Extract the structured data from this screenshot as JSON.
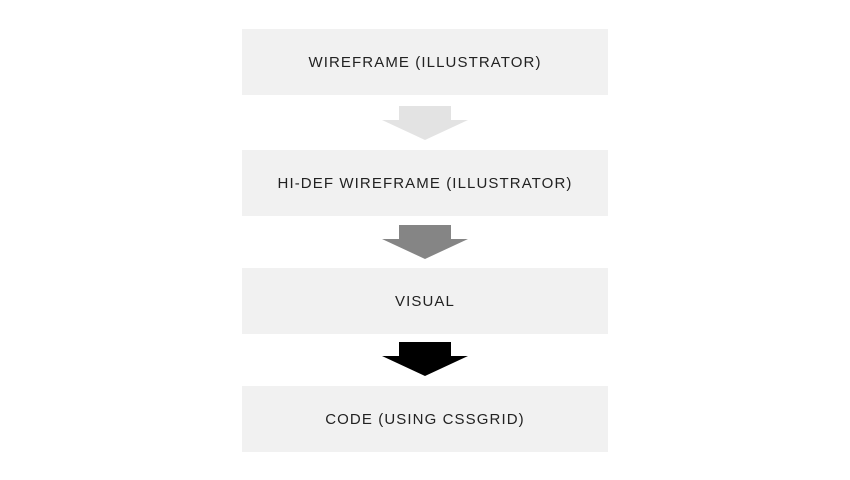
{
  "steps": [
    {
      "label": "WIREFRAME (ILLUSTRATOR)"
    },
    {
      "label": "HI-DEF WIREFRAME (ILLUSTRATOR)"
    },
    {
      "label": "VISUAL"
    },
    {
      "label": "CODE (USING CSSGRID)"
    }
  ],
  "arrows": [
    {
      "icon": "arrow-down-icon",
      "color": "#e3e3e3"
    },
    {
      "icon": "arrow-down-icon",
      "color": "#858585"
    },
    {
      "icon": "arrow-down-icon",
      "color": "#000000"
    }
  ],
  "colors": {
    "box_fill": "#f1f1f1",
    "text": "#222222",
    "background": "#ffffff"
  }
}
